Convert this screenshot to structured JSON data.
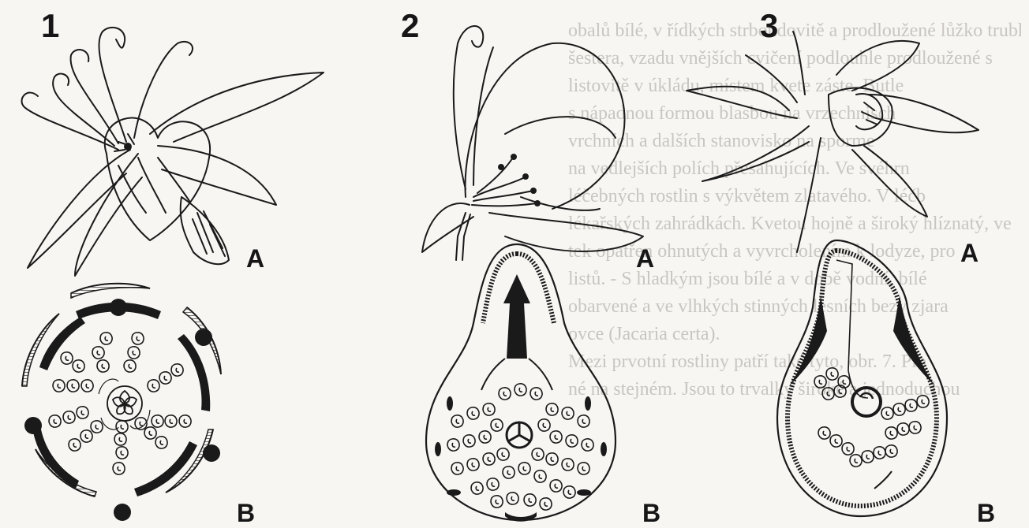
{
  "figure": {
    "numbers": [
      "1",
      "2",
      "3"
    ],
    "label_a": "A",
    "label_b": "B"
  },
  "bleed_text": [
    "obalů bílé, v řídkých strboudovitě a prodloužené lůžko trubkovitého",
    "šestera, vzadu vnějších cvičení podlouhle prodloužené s",
    "listovitě v úkládu, místem kvete záste. Butle",
    "s nápadnou formou blasbou na vrzechnisch",
    "vrchních a dalších stanovisko na sporme",
    "na vedlejších polích přesahujících. Ve svéhrn",
    "léčebných rostlin s výkvětem zlatavého. V léčb",
    "lékařských zahrádkách. Kvetou hojně a široký hlíznatý, ve",
    "tek opatřen ohnutých a vyvrcholením k lodyze, pro",
    "listů. - S hladkým jsou bílé a v době vodní, bílé",
    "obarvené a ve vlhkých stinných lesních bezy zjara",
    "ovce (Jacaria certa).",
    "Mezi prvotní rostliny patří také tyto, obr. 7. Plo",
    "né na stejném. Jsou to trvalky široké a jednoduchou"
  ]
}
